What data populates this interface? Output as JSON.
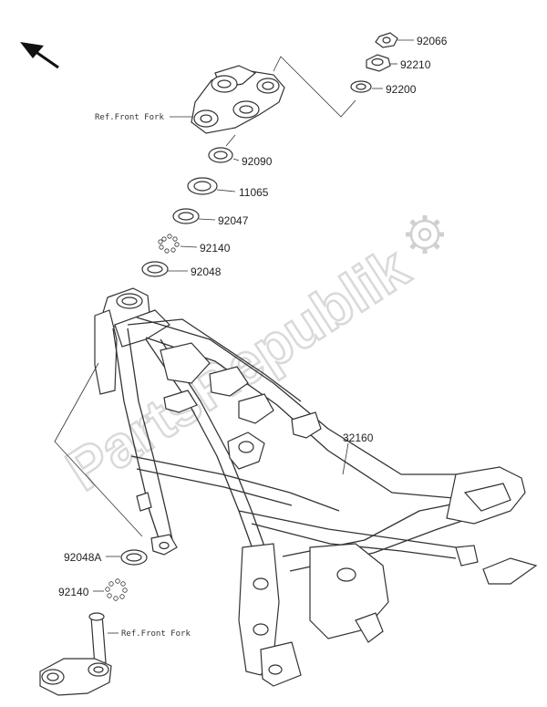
{
  "watermark": {
    "text": "PartsRepublik"
  },
  "labels": {
    "p92066": "92066",
    "p92210": "92210",
    "p92200": "92200",
    "p92090": "92090",
    "p11065": "11065",
    "p92047": "92047",
    "p92140_top": "92140",
    "p92048": "92048",
    "p32160": "32160",
    "p92048A": "92048A",
    "p92140_bottom": "92140"
  },
  "refs": {
    "front_fork_top": "Ref.Front Fork",
    "front_fork_bottom": "Ref.Front Fork"
  },
  "icons": {
    "direction": "arrow-up-left-icon",
    "watermark_gear": "gear-icon"
  }
}
